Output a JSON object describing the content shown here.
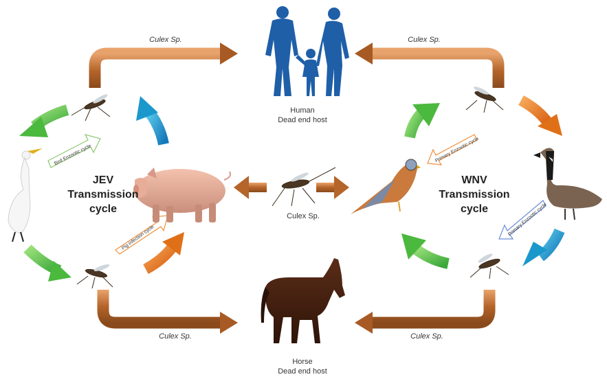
{
  "vector_label": "Culex Sp.",
  "vector_label_center": "Culex Sp.",
  "hosts": {
    "human": {
      "name": "Human",
      "role": "Dead end host"
    },
    "horse": {
      "name": "Horse",
      "role": "Dead end host"
    }
  },
  "cycles": {
    "jev": {
      "line1": "JEV",
      "line2": "Transmission",
      "line3": "cycle"
    },
    "wnv": {
      "line1": "WNV",
      "line2": "Transmission",
      "line3": "cycle"
    }
  },
  "sub_cycles": {
    "bird_enzootic": "Bird Enzootic cycle",
    "pig_infection": "Pig infection cycle",
    "primary_enzootic_1": "Primary Enzootic cycle",
    "primary_enzootic_2": "Primary Enzootic cycle"
  },
  "colors": {
    "brown_arrow": "#b5652a",
    "green_arrow": "#5cc246",
    "blue_arrow": "#1ea6d3",
    "orange_arrow": "#ec7a1c",
    "human_silhouette": "#1f5fa8"
  }
}
